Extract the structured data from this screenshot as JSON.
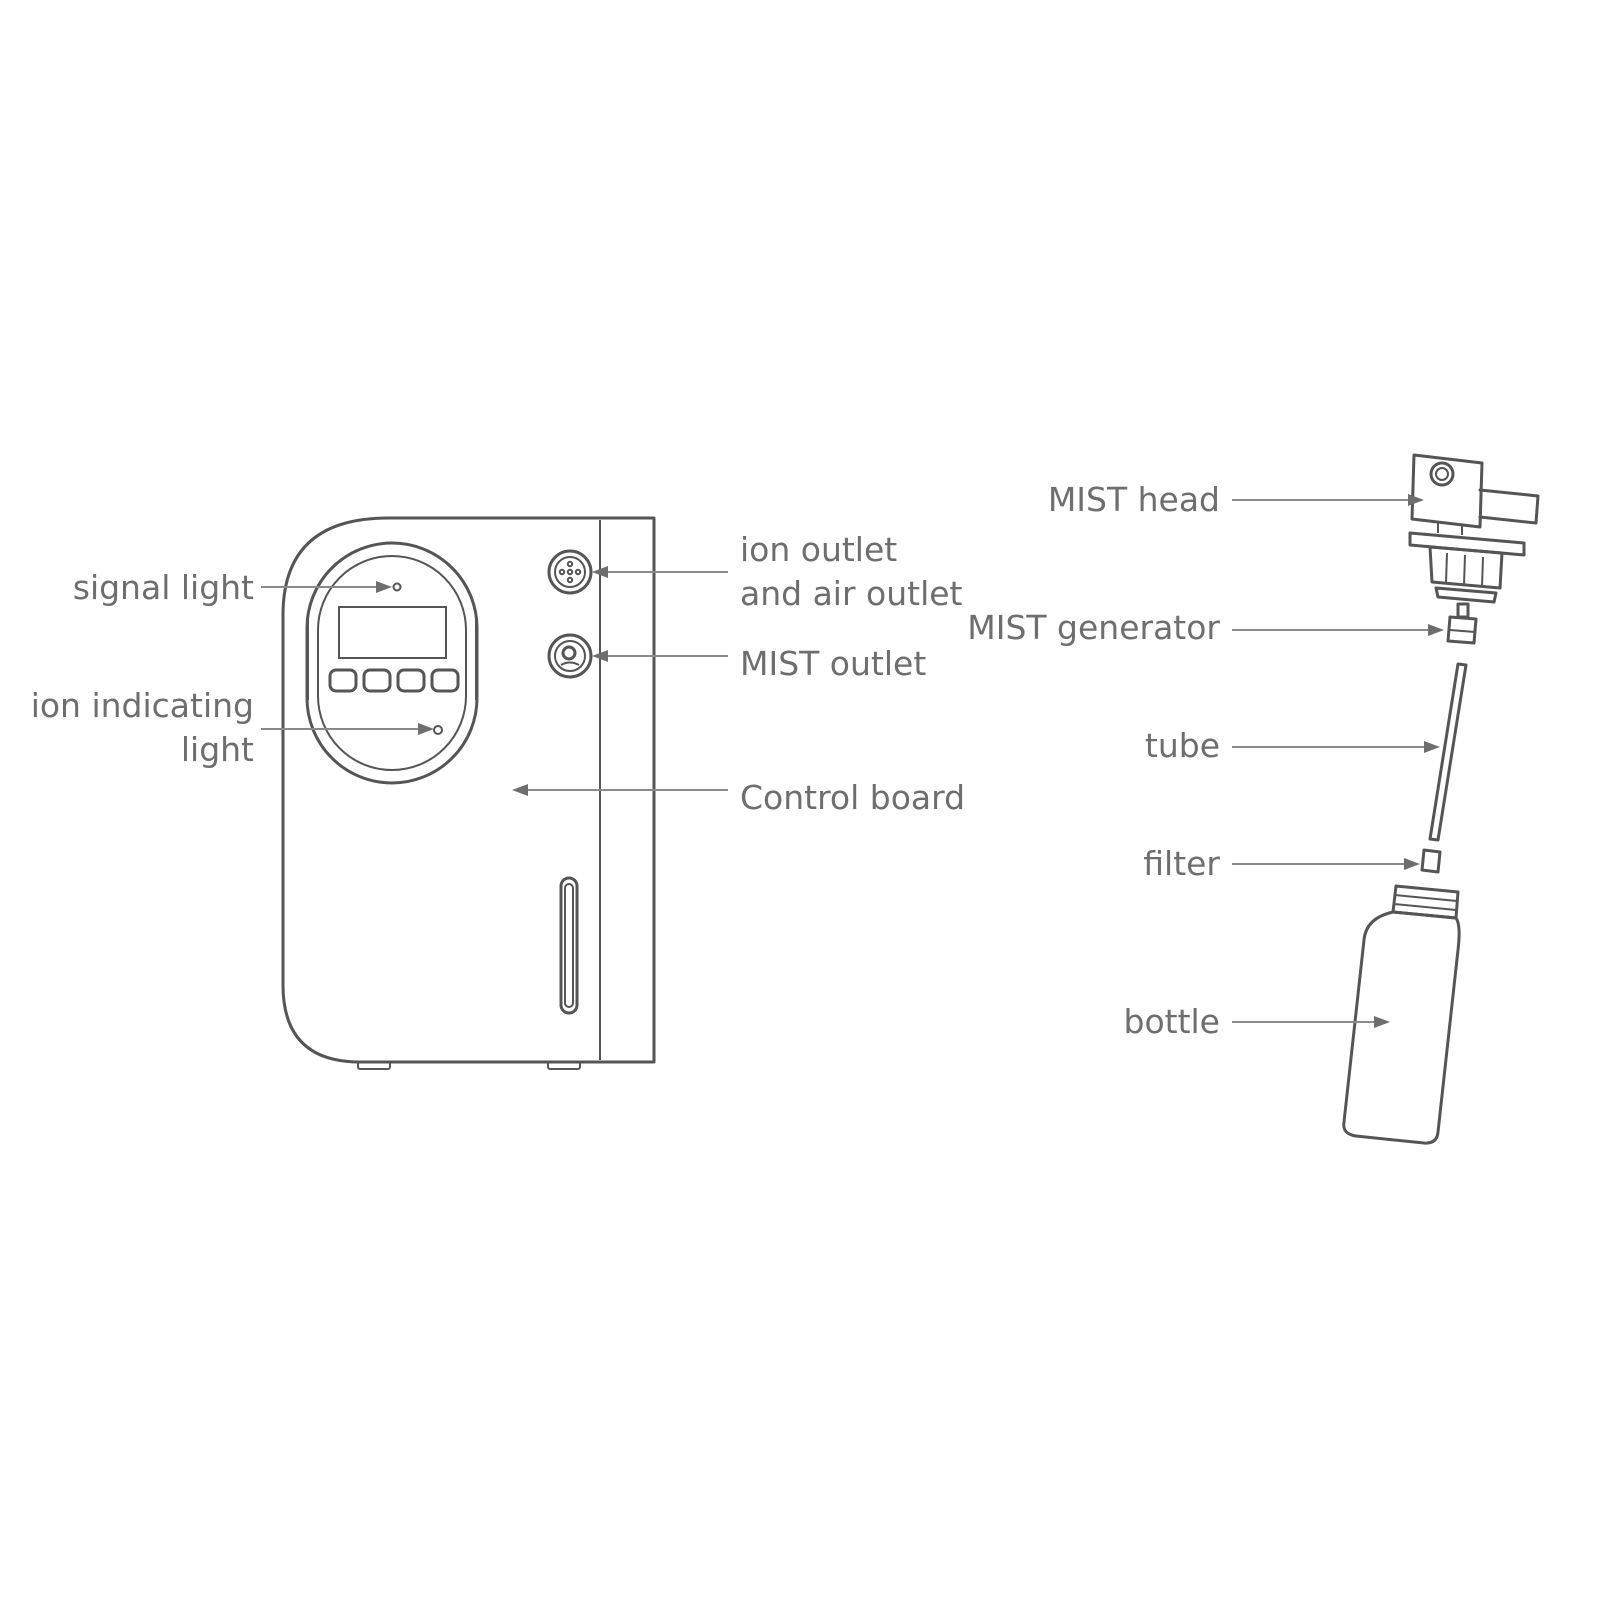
{
  "labels": {
    "signal_light": "signal light",
    "ion_indicating_line1": "ion indicating",
    "ion_indicating_line2": "light",
    "ion_outlet_line1": "ion outlet",
    "ion_outlet_line2": "and air outlet",
    "mist_outlet": "MIST outlet",
    "control_board": "Control board",
    "mist_head": "MIST head",
    "mist_generator": "MIST generator",
    "tube": "tube",
    "filter": "filter",
    "bottle": "bottle"
  },
  "colors": {
    "line": "#555555",
    "text": "#6e6e6e",
    "leader": "#8a8a8a",
    "background": "#ffffff"
  }
}
